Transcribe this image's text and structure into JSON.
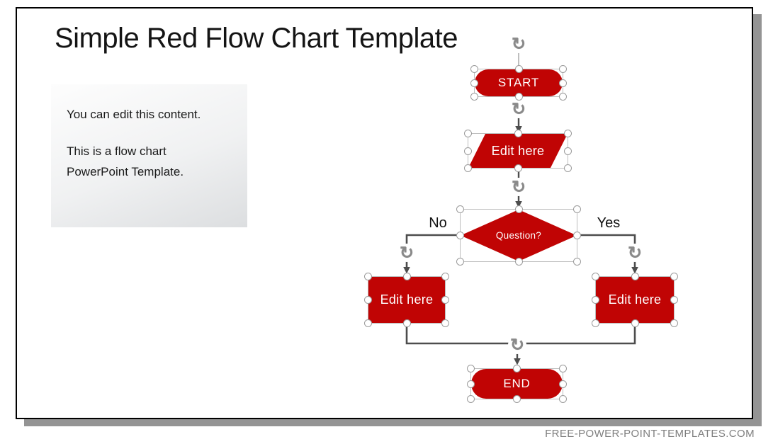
{
  "slide": {
    "title": "Simple Red Flow Chart Template",
    "content_box": {
      "paragraph1": "You can edit this content.",
      "paragraph2_line1": "This is a flow chart",
      "paragraph2_line2": "PowerPoint Template."
    },
    "flowchart": {
      "nodes": {
        "start": {
          "label": "START",
          "type": "terminator"
        },
        "input": {
          "label": "Edit here",
          "type": "data-parallelogram"
        },
        "decision": {
          "label": "Question?",
          "type": "decision-diamond"
        },
        "process_left": {
          "label": "Edit here",
          "type": "process-rectangle"
        },
        "process_right": {
          "label": "Edit here",
          "type": "process-rectangle"
        },
        "end": {
          "label": "END",
          "type": "terminator"
        }
      },
      "branches": {
        "no": "No",
        "yes": "Yes"
      }
    }
  },
  "footer": {
    "site": "FREE-POWER-POINT-TEMPLATES.COM"
  },
  "icons": {
    "rotate_handle": "↻"
  },
  "colors": {
    "shape_red": "#C00404",
    "connector_gray": "#4D4D4D",
    "selection_gray": "#BDBDBD",
    "handle_border": "#9B9B9B",
    "rotate_gray": "#8A8A8A",
    "slide_border": "#000000",
    "slide_shadow": "#949494",
    "footer_text": "#7F7F7F",
    "content_box_gradient_start": "#FDFDFD",
    "content_box_gradient_end": "#DCDEE0"
  }
}
